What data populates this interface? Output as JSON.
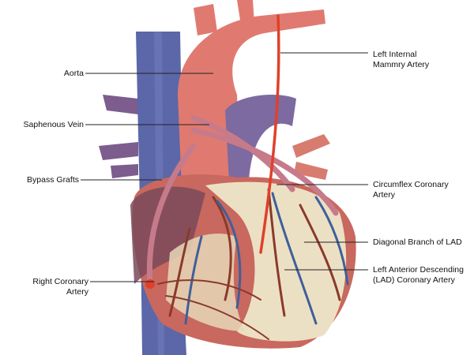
{
  "labels": {
    "aorta": "Aorta",
    "saphenous_vein": "Saphenous Vein",
    "bypass_grafts": "Bypass Grafts",
    "right_coronary_l1": "Right Coronary",
    "right_coronary_l2": "Artery",
    "lima_l1": "Left Internal",
    "lima_l2": "Mammry Artery",
    "circumflex_l1": "Circumflex Coronary",
    "circumflex_l2": "Artery",
    "diagonal": "Diagonal Branch of LAD",
    "lad_l1": "Left Anterior Descending",
    "lad_l2": "(LAD) Coronary Artery"
  },
  "colors": {
    "vein_blue": "#5b67a8",
    "aorta_red": "#e07a70",
    "heart_muscle": "#c8685e",
    "fat": "#ece0c4",
    "graft": "#c77a8a",
    "lima": "#e0402a"
  }
}
